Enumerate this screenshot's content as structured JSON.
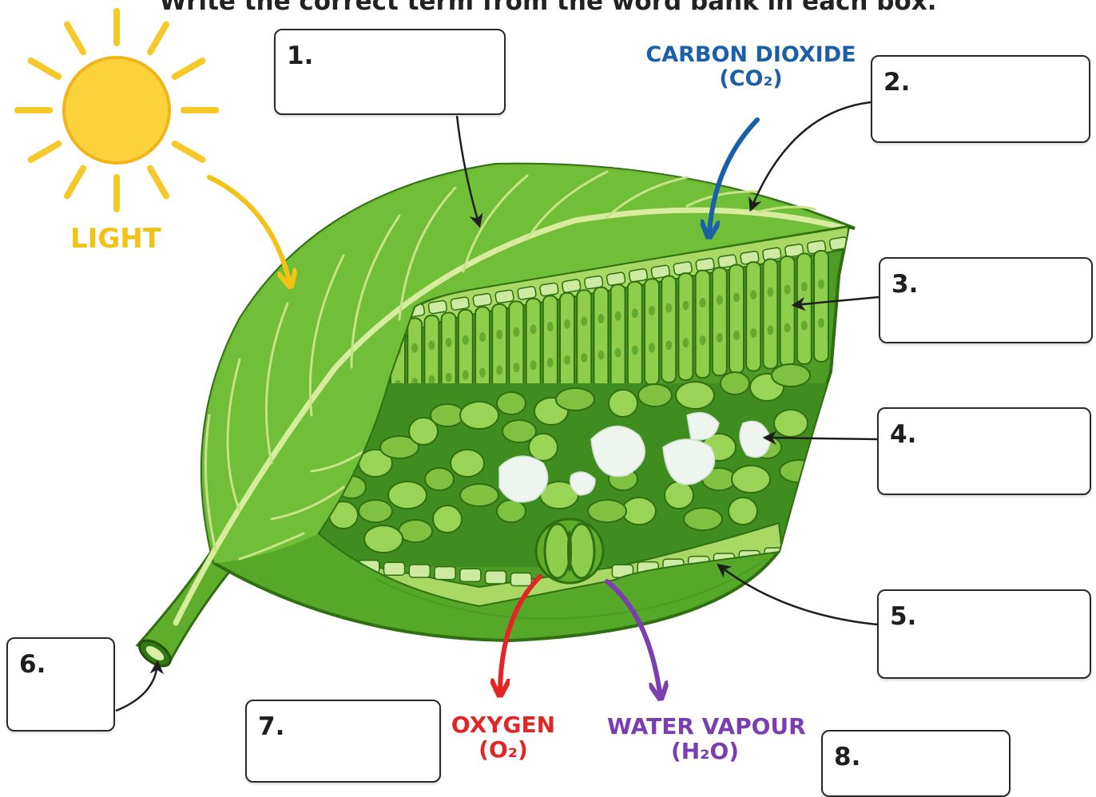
{
  "instruction": "Write the correct term from the word bank in each box.",
  "labels": {
    "light": "LIGHT",
    "co2_name": "CARBON DIOXIDE",
    "co2_formula": "(CO₂)",
    "o2_name": "OXYGEN",
    "o2_formula": "(O₂)",
    "h2o_name": "WATER VAPOUR",
    "h2o_formula": "(H₂O)"
  },
  "boxes": [
    {
      "number": "1.",
      "answer": ""
    },
    {
      "number": "2.",
      "answer": ""
    },
    {
      "number": "3.",
      "answer": ""
    },
    {
      "number": "4.",
      "answer": ""
    },
    {
      "number": "5.",
      "answer": ""
    },
    {
      "number": "6.",
      "answer": ""
    },
    {
      "number": "7.",
      "answer": ""
    },
    {
      "number": "8.",
      "answer": ""
    }
  ],
  "colors": {
    "leaf_dark": "#3f9a1f",
    "leaf_mid": "#6cbd32",
    "leaf_light": "#b4dc6e",
    "vein": "#d7ec9c",
    "light": "#f2c216",
    "co2": "#1a5fa8",
    "oxygen": "#e22525",
    "water_vapour": "#7a3eb0"
  }
}
